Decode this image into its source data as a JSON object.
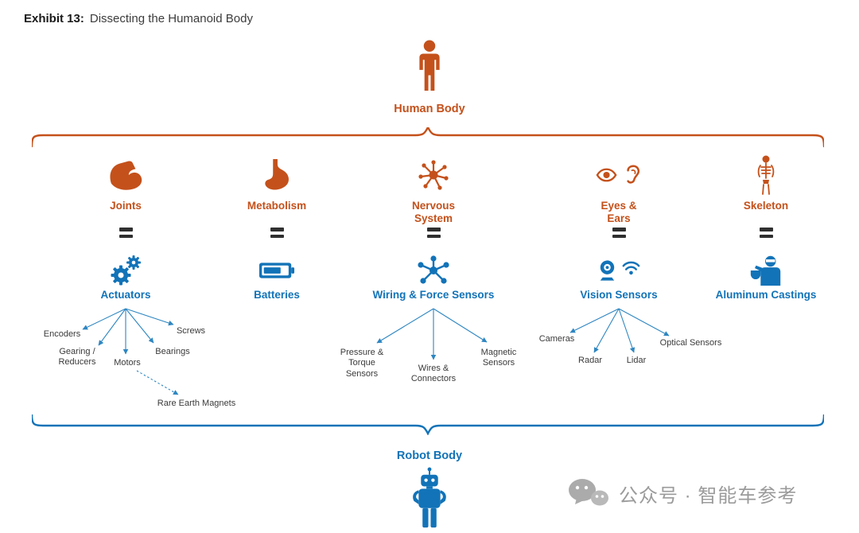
{
  "colors": {
    "human": "#C4511B",
    "robot": "#1273B8",
    "arrow": "#2E86C1",
    "equals": "#2f2f2f",
    "watermark": "#9E9E9E"
  },
  "title": {
    "exhibit": "Exhibit 13:",
    "text": "Dissecting the Humanoid Body"
  },
  "human_body": {
    "label": "Human Body"
  },
  "robot_body": {
    "label": "Robot Body"
  },
  "columns": [
    {
      "human_label": "Joints",
      "human_icon": "bicep-icon",
      "robot_label": "Actuators",
      "robot_icon": "gears-icon",
      "children": [
        "Encoders",
        "Gearing /\nReducers",
        "Motors",
        "Bearings",
        "Screws"
      ],
      "extra": "Rare Earth Magnets"
    },
    {
      "human_label": "Metabolism",
      "human_icon": "stomach-icon",
      "robot_label": "Batteries",
      "robot_icon": "battery-icon"
    },
    {
      "human_label": "Nervous\nSystem",
      "human_icon": "neuron-icon",
      "robot_label": "Wiring & Force Sensors",
      "robot_icon": "hub-icon",
      "children": [
        "Pressure &\nTorque\nSensors",
        "Wires &\nConnectors",
        "Magnetic\nSensors"
      ]
    },
    {
      "human_label": "Eyes &\nEars",
      "human_icon": "eye-ear-icon",
      "robot_label": "Vision Sensors",
      "robot_icon": "camera-wifi-icon",
      "children": [
        "Cameras",
        "Radar",
        "Lidar",
        "Optical Sensors"
      ]
    },
    {
      "human_label": "Skeleton",
      "human_icon": "skeleton-icon",
      "robot_label": "Aluminum Castings",
      "robot_icon": "welder-icon"
    }
  ],
  "watermark": {
    "text": "公众号 · 智能车参考"
  }
}
